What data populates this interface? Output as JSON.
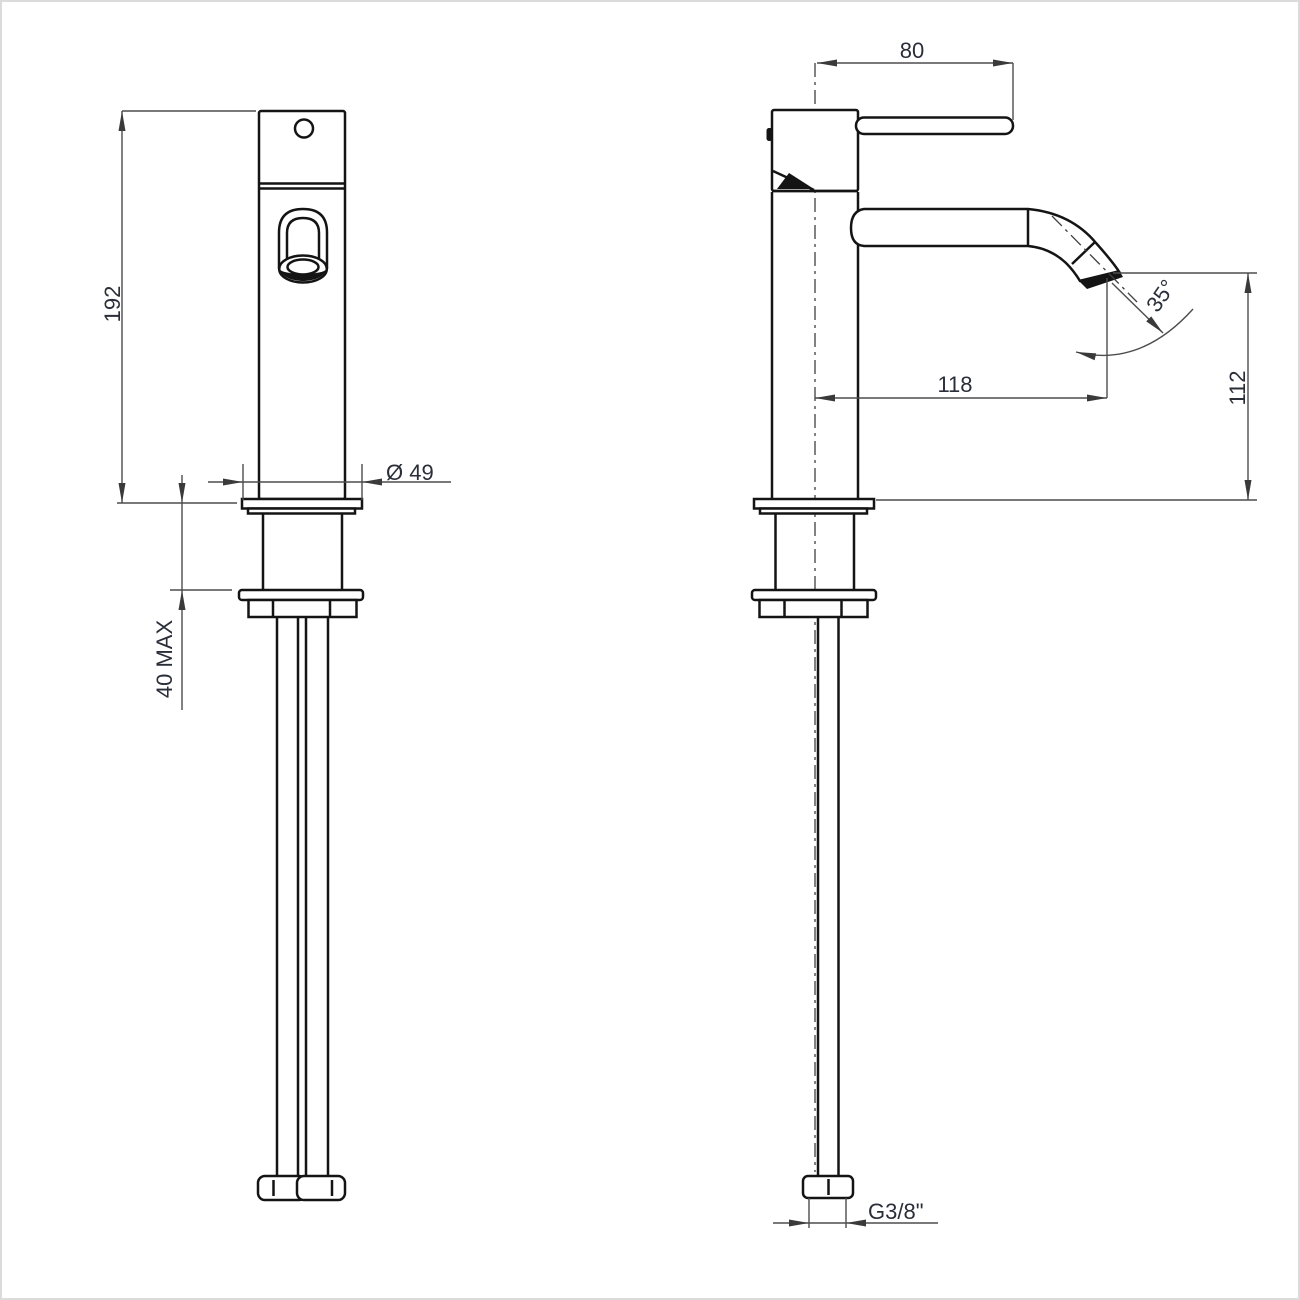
{
  "title": "faucet-dimension-drawing",
  "dimensions": {
    "height": "192",
    "max_deck": "40 MAX",
    "base_diameter": "Ø 49",
    "handle_length": "80",
    "spout_reach": "118",
    "spout_height": "112",
    "spout_angle": "35°",
    "thread_size": "G3/8\""
  },
  "colors": {
    "object_line": "#141414",
    "dimension_line": "#4d4d4d",
    "text": "#2a2e38",
    "background": "#ffffff",
    "frame": "#dbdbdb"
  }
}
